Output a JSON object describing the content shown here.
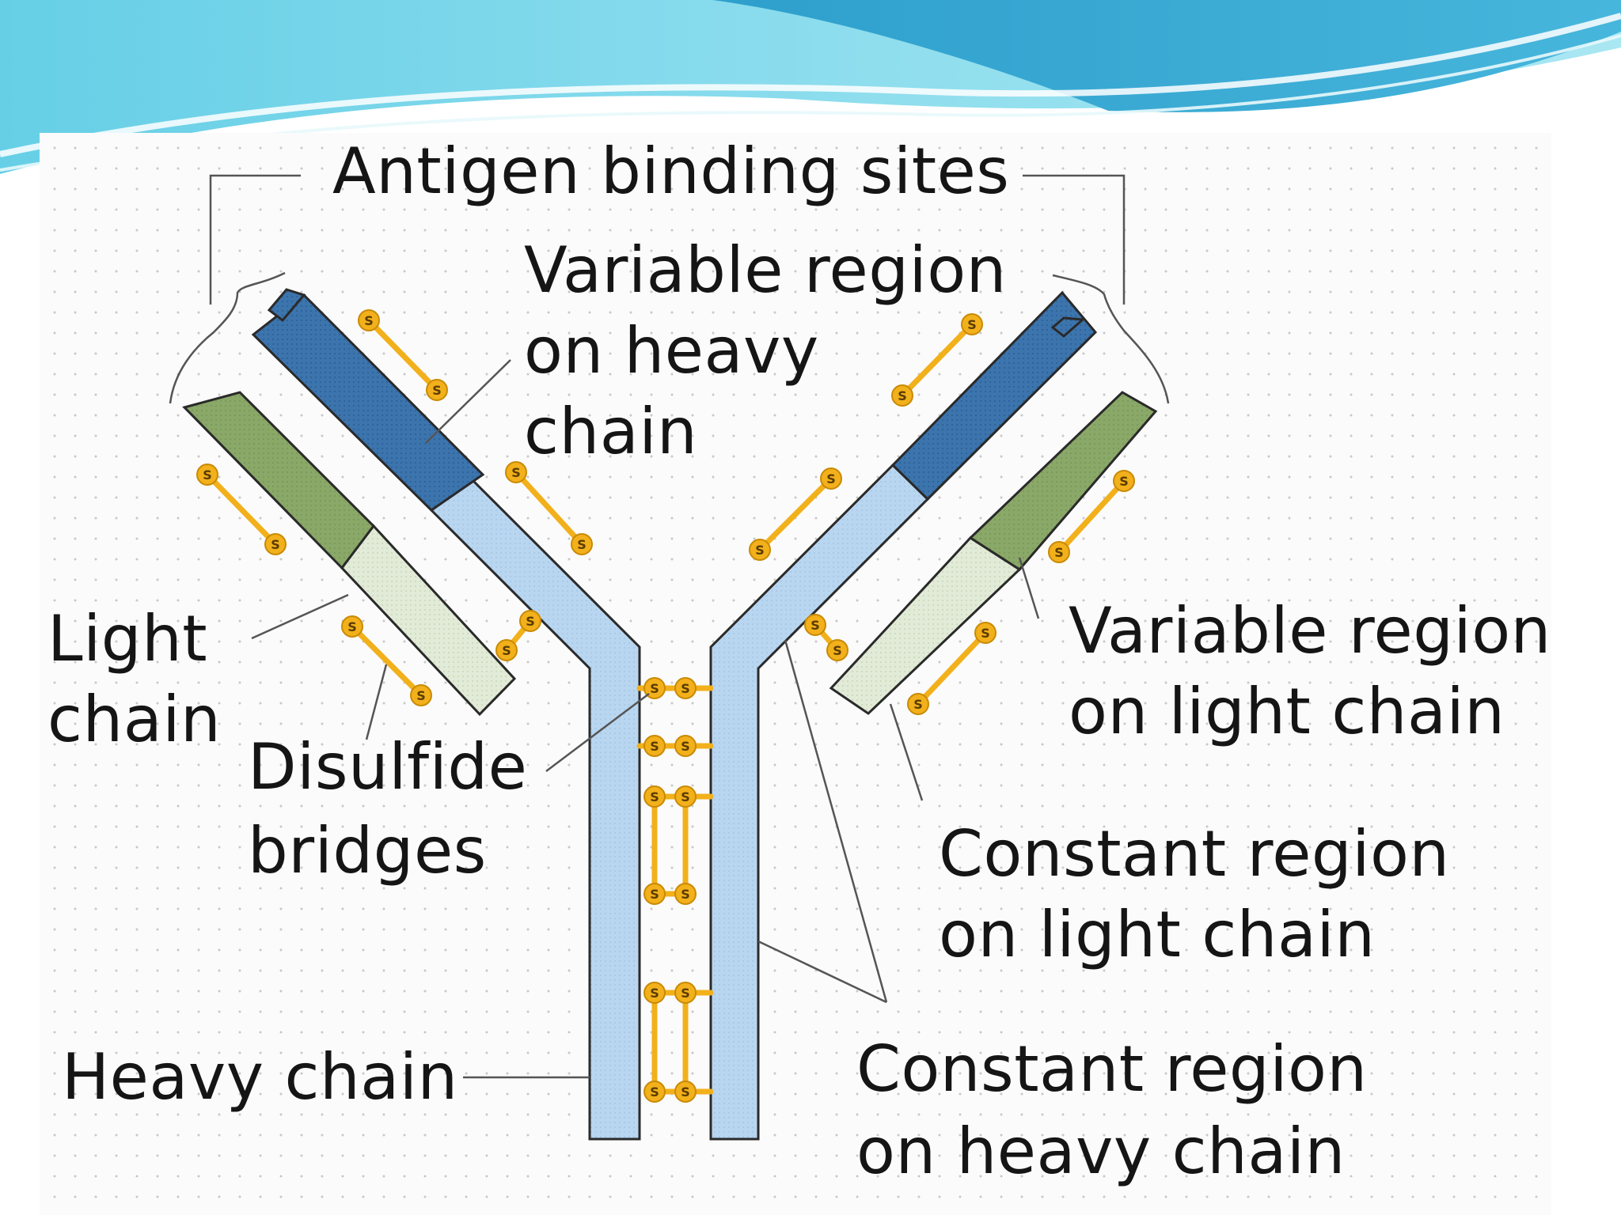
{
  "labels": {
    "antigen_binding_sites": "Antigen binding sites",
    "variable_heavy": [
      "Variable region",
      "on heavy",
      "chain"
    ],
    "light_chain": [
      "Light",
      "chain"
    ],
    "disulfide_bridges": [
      "Disulfide",
      "bridges"
    ],
    "variable_light": [
      "Variable region",
      "on light chain"
    ],
    "constant_light": [
      "Constant region",
      "on light chain"
    ],
    "heavy_chain": "Heavy chain",
    "constant_heavy": [
      "Constant region",
      "on heavy chain"
    ],
    "sulfur_symbol": "S"
  },
  "colors": {
    "heavy_variable": "#3c74ad",
    "heavy_constant": "#b9d6f0",
    "light_variable": "#8aa867",
    "light_constant": "#e2ebd7",
    "disulfide": "#f2b01b",
    "banner_light": "#9fe3ef",
    "banner_dark": "#39a9d2"
  }
}
